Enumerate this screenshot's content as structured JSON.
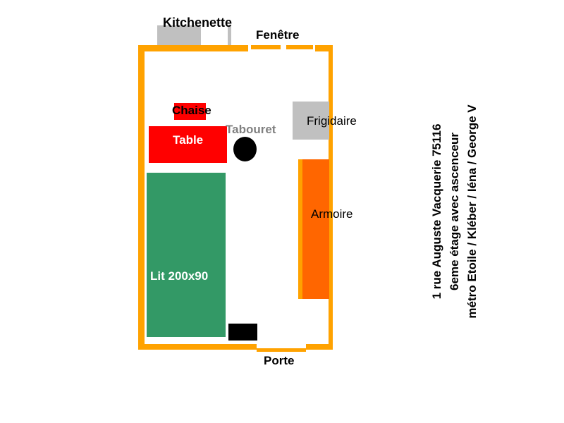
{
  "labels": {
    "kitchenette": "Kitchenette",
    "fenetre": "Fenêtre",
    "chaise": "Chaise",
    "table": "Table",
    "tabouret": "Tabouret",
    "frigidaire": "Frigidaire",
    "armoire": "Armoire",
    "lit": "Lit 200x90",
    "porte": "Porte"
  },
  "address": {
    "line1": "1 rue Auguste Vacquerie 75116",
    "line2": "6eme étage avec ascenceur",
    "line3_prefix": "métro ",
    "line3_bold": "Etoile",
    "line3_rest": " / Kléber / Iéna / George V"
  },
  "colors": {
    "wall": "#ffa200",
    "kitchenette": "#c0c0c0",
    "frigidaire": "#c0c0c0",
    "table": "#ff0000",
    "chaise": "#ff0000",
    "lit": "#339966",
    "armoire": "#ff6600",
    "tabouret": "#000000",
    "black_object": "#000000"
  }
}
